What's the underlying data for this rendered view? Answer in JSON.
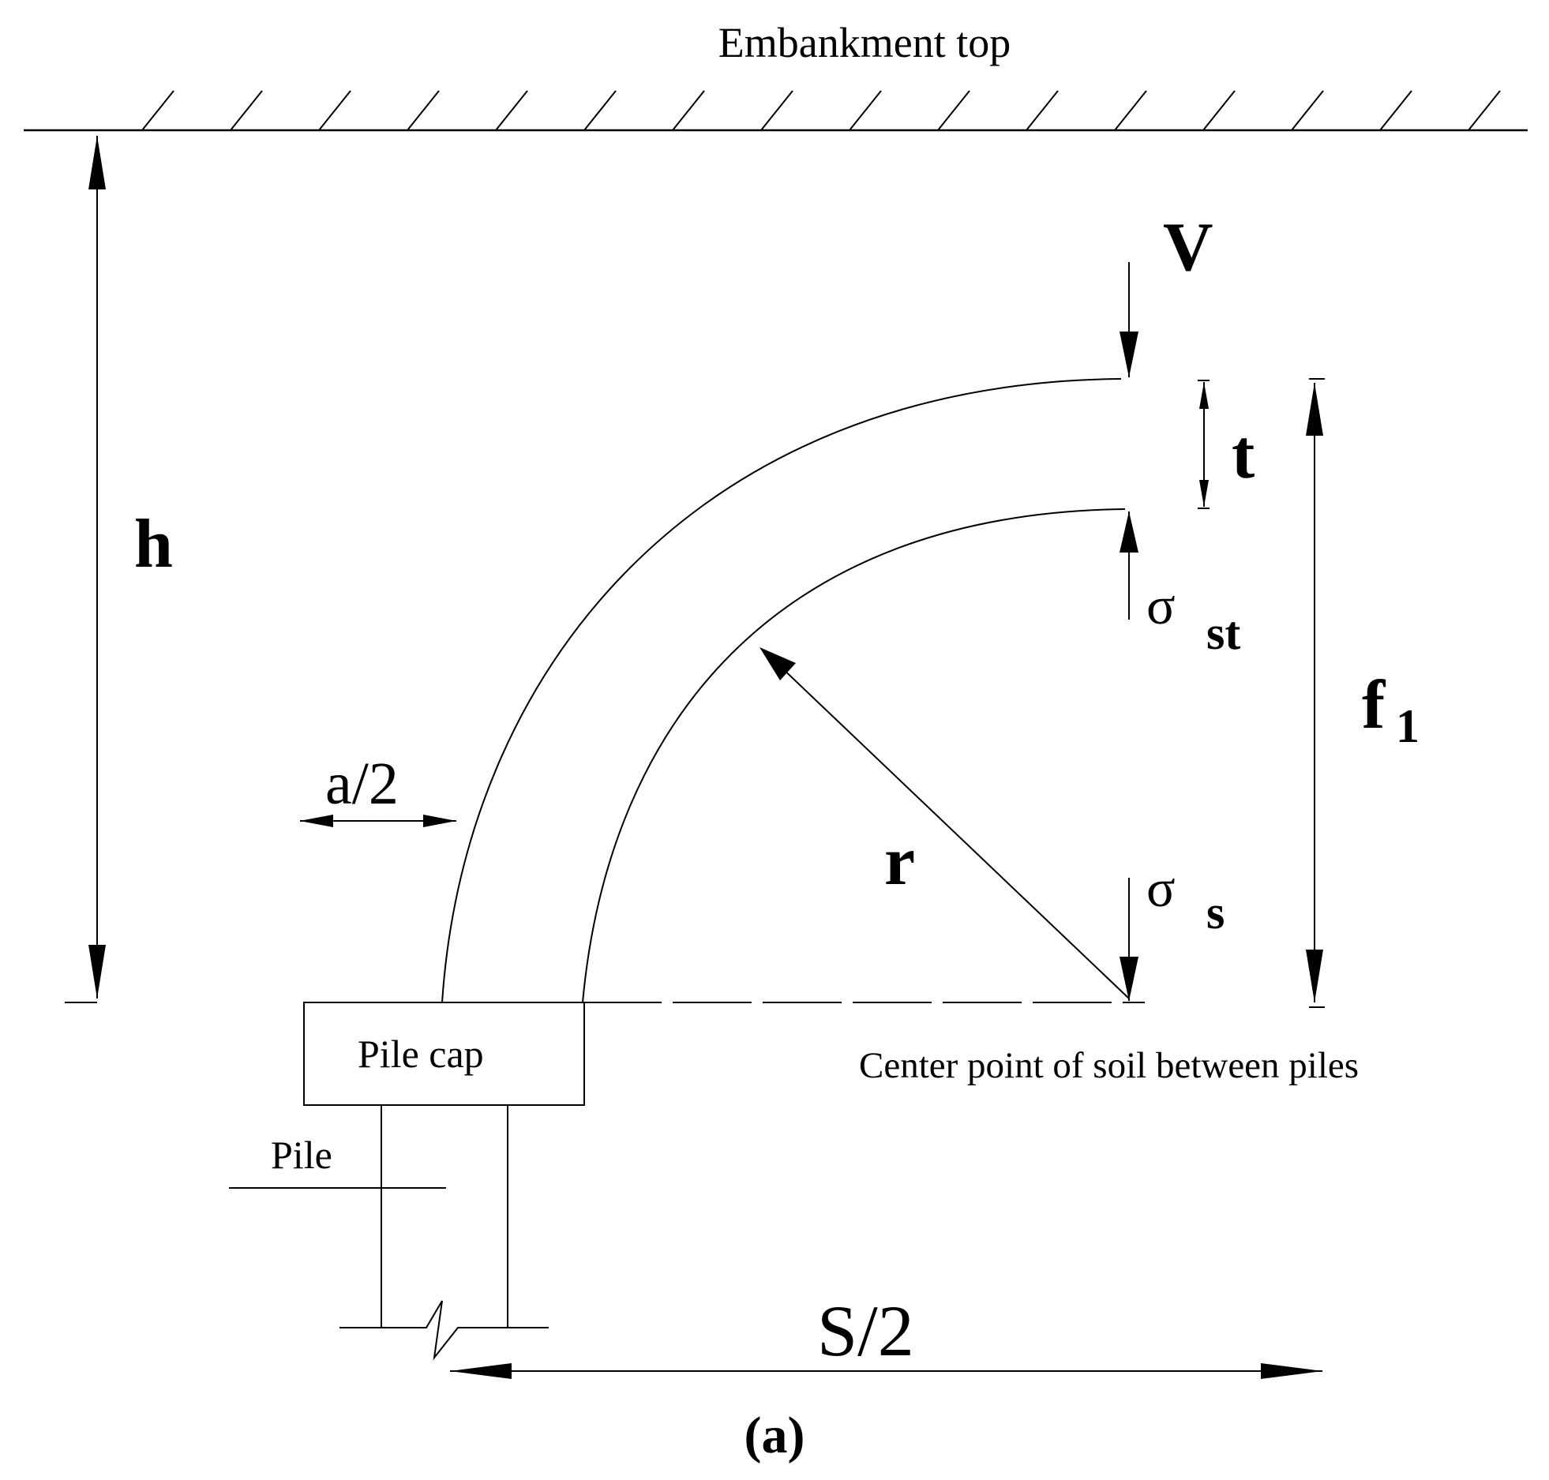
{
  "labels": {
    "embankment_top": "Embankment top",
    "h": "h",
    "V": "V",
    "t": "t",
    "sigma_st_symbol": "σ",
    "sigma_st_sub": "st",
    "f_symbol": "f",
    "f_sub": "1",
    "a_half": "a/2",
    "r": "r",
    "sigma_s_symbol": "σ",
    "sigma_s_sub": "s",
    "pile_cap": "Pile cap",
    "center_point": "Center point of soil between piles",
    "pile": "Pile",
    "s_half": "S/2",
    "caption": "(a)"
  },
  "colors": {
    "ink": "#000000",
    "background": "#ffffff"
  }
}
